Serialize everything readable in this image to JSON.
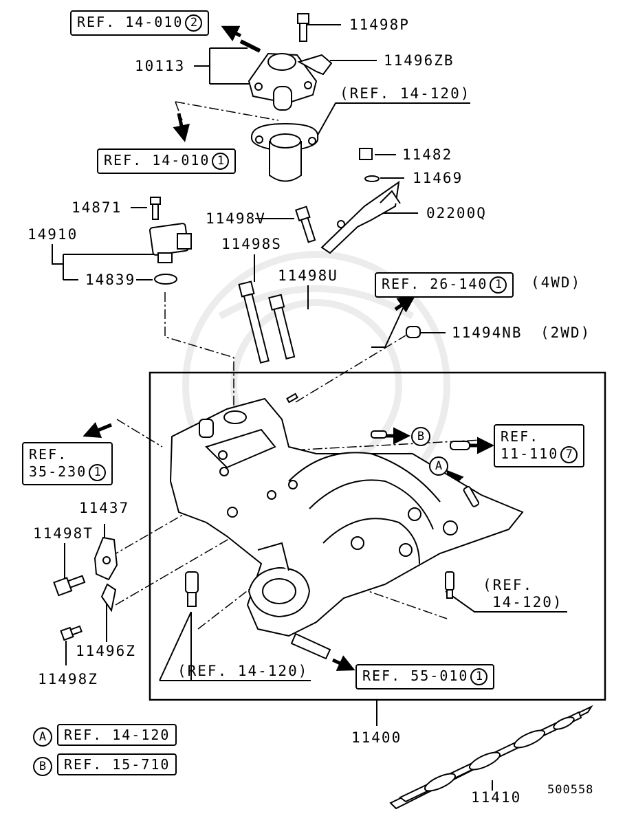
{
  "parts": {
    "p11498P": "11498P",
    "p10113": "10113",
    "p11496ZB": "11496ZB",
    "p11482": "11482",
    "p11469": "11469",
    "p02200Q": "02200Q",
    "p14871": "14871",
    "p14910": "14910",
    "p11498V": "11498V",
    "p11498S": "11498S",
    "p14839": "14839",
    "p11498U": "11498U",
    "p11494NB": "11494NB",
    "p11437": "11437",
    "p11498T": "11498T",
    "p11496Z": "11496Z",
    "p11498Z": "11498Z",
    "p11400": "11400",
    "p11410": "11410"
  },
  "refs": {
    "r14_010_2": {
      "text": "REF. 14-010",
      "num": "2"
    },
    "r14_010_1": {
      "text": "REF. 14-010",
      "num": "1"
    },
    "r26_140_1": {
      "text": "REF. 26-140",
      "num": "1"
    },
    "r35_230_1": {
      "line1": "REF.",
      "line2": "35-230",
      "num": "1"
    },
    "r11_110_7": {
      "line1": "REF.",
      "line2": "11-110",
      "num": "7"
    },
    "r55_010_1": {
      "text": "REF. 55-010",
      "num": "1"
    },
    "rA": {
      "text": "REF. 14-120"
    },
    "rB": {
      "text": "REF. 15-710"
    }
  },
  "notes": {
    "ref_14_120_top": "(REF. 14-120)",
    "ref_14_120_right_l1": "(REF.",
    "ref_14_120_right_l2": "14-120)",
    "ref_14_120_bottom": "(REF. 14-120)",
    "note_4wd": "(4WD)",
    "note_2wd": "(2WD)"
  },
  "markers": {
    "a": "A",
    "b": "B"
  },
  "diagram_id": "500558"
}
